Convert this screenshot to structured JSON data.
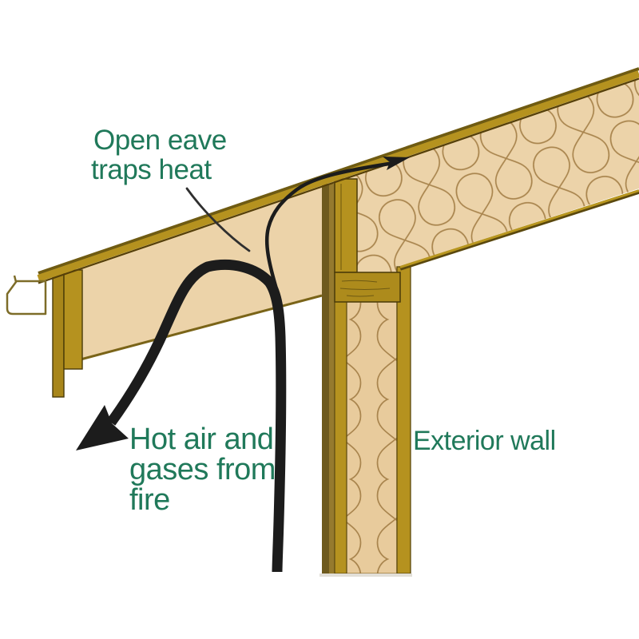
{
  "labels": {
    "open_eave": {
      "line1": "Open eave",
      "line2": "traps heat"
    },
    "hot_air": {
      "line1": "Hot air and",
      "line2": "gases from",
      "line3": "fire"
    },
    "exterior_wall": "Exterior wall"
  },
  "colors": {
    "label_text": "#20795a",
    "arrow_black": "#1c1c1c",
    "wood_gold": "#b5921f",
    "wood_gold_mid": "#a8861a",
    "wood_dark_edge": "#6f5b12",
    "wood_outline": "#4a3b08",
    "wall_dark_strip": "#6e5a1e",
    "wall_mid_strip": "#957a2e",
    "insulation_tan": "#ecd3a9",
    "insulation_tan_wall": "#e8cb9c",
    "insulation_loop": "#a9854e",
    "gutter_outline": "#7d6c28",
    "background": "#ffffff"
  }
}
